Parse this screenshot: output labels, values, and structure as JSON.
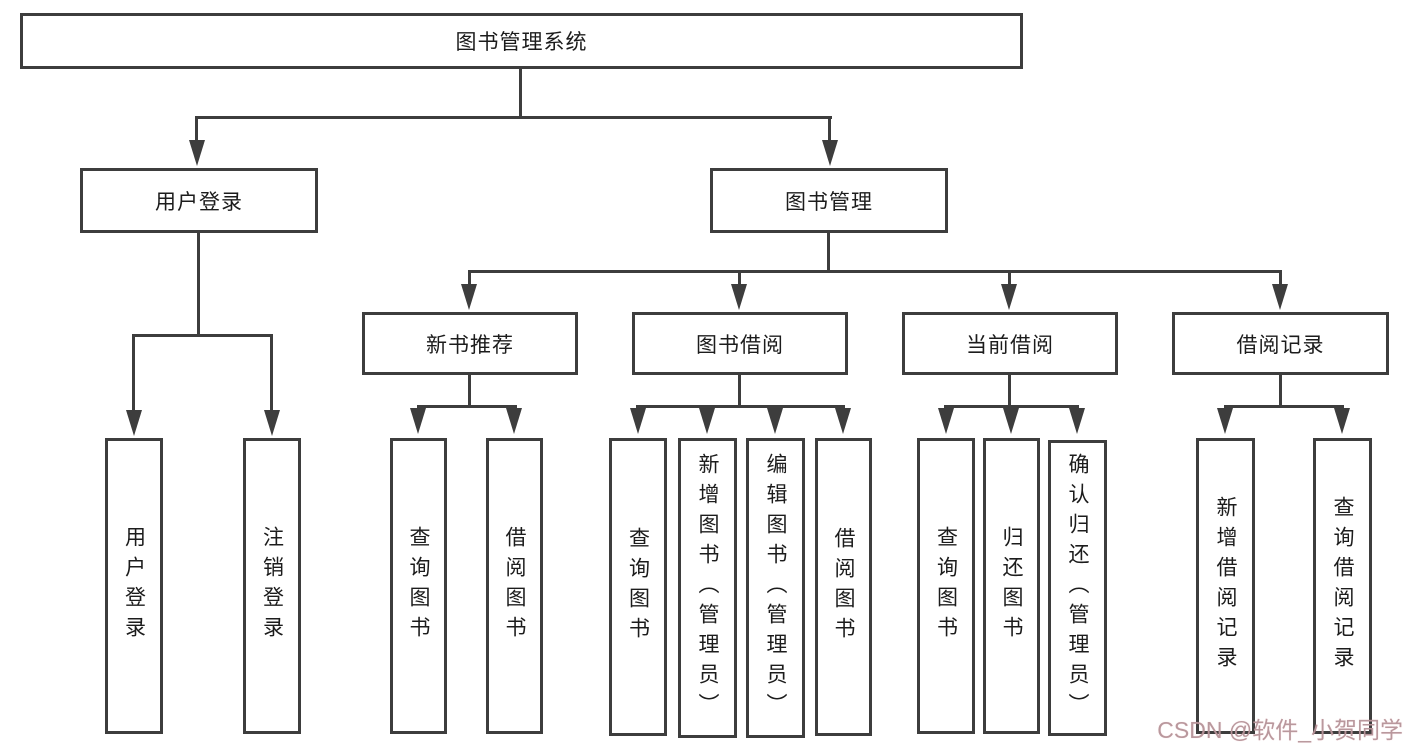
{
  "nodes": {
    "root": "图书管理系统",
    "user_login": "用户登录",
    "book_mgmt": "图书管理",
    "new_rec": "新书推荐",
    "book_borrow": "图书借阅",
    "cur_borrow": "当前借阅",
    "borrow_rec": "借阅记录",
    "ul_c1": "用户登录",
    "ul_c2": "注销登录",
    "nr_c1": "查询图书",
    "nr_c2": "借阅图书",
    "bb_c1": "查询图书",
    "bb_c2": "新增图书（管理员）",
    "bb_c3": "编辑图书（管理员）",
    "bb_c4": "借阅图书",
    "cb_c1": "查询图书",
    "cb_c2": "归还图书",
    "cb_c3": "确认归还（管理员）",
    "br_c1": "新增借阅记录",
    "br_c2": "查询借阅记录"
  },
  "watermark": {
    "text": "CSDN @软件_小贺同学"
  },
  "colors": {
    "line": "#3d3d3d",
    "text": "#1c1c1c",
    "background": "#ffffff",
    "watermark": "#b59399"
  }
}
